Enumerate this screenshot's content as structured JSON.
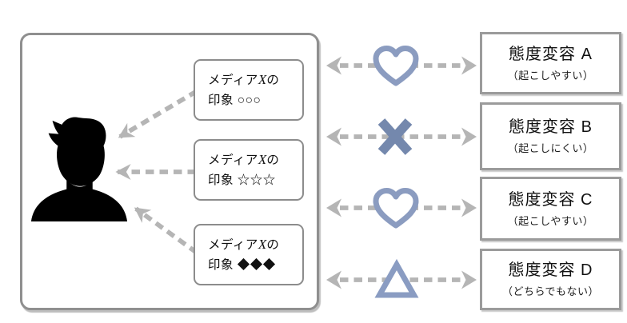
{
  "diagram": {
    "description_left_panel": "media impressions forming in a person",
    "impressions": [
      {
        "line1_prefix": "メディア",
        "line1_var": "X",
        "line1_suffix": "の",
        "line2": "印象 ○○○",
        "marks": "circles"
      },
      {
        "line1_prefix": "メディア",
        "line1_var": "X",
        "line1_suffix": "の",
        "line2": "印象 ☆☆☆",
        "marks": "stars"
      },
      {
        "line1_prefix": "メディア",
        "line1_var": "X",
        "line1_suffix": "の",
        "line2": "印象 ◆◆◆",
        "marks": "diamonds"
      }
    ],
    "outcomes": [
      {
        "title": "態度変容 A",
        "subtitle": "（起こしやすい）",
        "symbol": "heart"
      },
      {
        "title": "態度変容 B",
        "subtitle": "（起こしにくい）",
        "symbol": "cross"
      },
      {
        "title": "態度変容 C",
        "subtitle": "（起こしやすい）",
        "symbol": "heart"
      },
      {
        "title": "態度変容 D",
        "subtitle": "（どちらでもない）",
        "symbol": "triangle"
      }
    ],
    "icons": {
      "person": "person-silhouette-icon",
      "heart": "heart-icon",
      "cross": "cross-icon",
      "triangle": "triangle-icon",
      "arrows": "dashed-arrow"
    },
    "colors": {
      "arrow_gray": "#b5b5b5",
      "panel_border": "#8f8f8f",
      "impression_box_border": "#8c8c8c",
      "outcome_box_border": "#9b9b9b",
      "heart_blue": "#8b9cc0",
      "cross_blue": "#7488ad",
      "triangle_blue": "#8a9cc2",
      "silhouette_black": "#000000"
    }
  }
}
